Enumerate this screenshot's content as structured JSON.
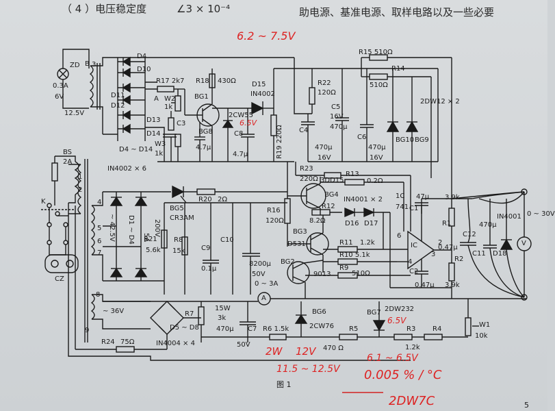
{
  "header": {
    "left_title": "（ 4 ）电压稳定度",
    "formula": "∠3 × 10⁻⁴",
    "right_text": "助电源、基准电源、取样电路以及一些必要"
  },
  "figure_caption": "图 1",
  "page_number": "5",
  "labels": {
    "zd": "ZD",
    "lamp_rating_1": "0.3A",
    "lamp_rating_2": "6V",
    "v12_5": "12.5V",
    "tap_b": "B",
    "tap_3": "3",
    "tap_4": "4",
    "tap_5": "5",
    "tap_6": "6",
    "tap_7": "7",
    "tap_8": "8",
    "tap_9": "9",
    "tap_1": "1",
    "tap_2": "2",
    "tap_a": "A",
    "d4": "D4",
    "d10": "D10",
    "d11": "D11",
    "d12": "D12",
    "d13": "D13",
    "d14": "D14",
    "d4_d14": "D4 ~ D14",
    "in4002x6": "IN4002 × 6",
    "r17": "R17 2k7",
    "w2": "W2",
    "w2v": "1k",
    "c3": "C3",
    "w3": "W3",
    "w3v": "1k",
    "r18": "R18",
    "r18v": "430Ω",
    "bg1": "BG1",
    "bg8": "BG8",
    "c7v": "4.7μ",
    "dw55": "2CW55",
    "d15": "D15",
    "d15v": "IN4002",
    "c8": "C8",
    "c8v": "4.7μ",
    "r19": "R19 220Ω",
    "c4": "C4",
    "c4v1": "470μ",
    "c4v2": "16V",
    "r22": "R22",
    "r22v": "120Ω",
    "c5": "C5",
    "c5v1": "16V",
    "c5v2": "470μ",
    "c6": "C6",
    "c6v1": "470μ",
    "c6v2": "16V",
    "r15": "R15 510Ω",
    "r14": "R14",
    "r14v": "510Ω",
    "bg10": "BG10",
    "bg9": "BG9",
    "dw2x2": "2DW12 × 2",
    "r23": "R23",
    "r23v": "220Ω",
    "q3dd15": "3DD15",
    "r13": "R13",
    "r13v": "0.2Ω",
    "bg4": "BG4",
    "r12": "R12",
    "r12v": "8.2Ω",
    "in4001x2": "IN4001 × 2",
    "d16": "D16",
    "d17": "D17",
    "bg5": "BG5",
    "cr3am": "CR3AM",
    "r20": "R20",
    "r20v": "2Ω",
    "r16": "R16",
    "r16v": "120Ω",
    "bg3": "BG3",
    "bg2": "BG2",
    "d531": "D531",
    "t9013": "9013",
    "r11": "R11",
    "r11v": "1.2k",
    "r10": "R10 5.1k",
    "r9": "R9",
    "r9v": "510Ω",
    "ic": "1C",
    "ic741": "741",
    "ic_body": "IC",
    "pin6": "6",
    "pin4": "4",
    "pin3": "3",
    "pin2": "2",
    "c1": "C1",
    "c1v": "47μ",
    "c2": "C2",
    "c2v": "0.47μ",
    "r1": "R1",
    "r1v": "3.9k",
    "r2": "R2",
    "r2v": "3.9k",
    "c12": "C12",
    "c12v": "0.47μ",
    "c11": "C11",
    "c11v": "470μ",
    "d18": "D18",
    "d18v": "IN4001",
    "v_out": "0 ~ 30V",
    "vm": "V",
    "bs": "BS",
    "bs_v": "2A",
    "k": "K",
    "cz": "CZ",
    "v42": "~ 42.5V",
    "d1_d4": "D1 ~ D4",
    "d5a": "5A",
    "d200v": "200V",
    "r21": "R21",
    "r21v": "5.6k",
    "r8": "R8",
    "r8v": "15k",
    "c9": "C9",
    "c9v": "0.1μ",
    "c10": "C10",
    "c10v1": "8200μ",
    "c10v2": "50V",
    "ammeter_range": "0 ~ 3A",
    "ammeter": "A",
    "v36": "~ 36V",
    "d5_d8": "D5 ~ D8",
    "in4004x4": "IN4004 × 4",
    "r7": "R7",
    "r7v": "15W",
    "r7v2": "3k",
    "c7": "C7",
    "c7v1": "470μ",
    "c7v2": "50V",
    "r6": "R6 1.5k",
    "bg6": "BG6",
    "bg6v": "2CW76",
    "r24": "R24",
    "r24v": "75Ω",
    "r5": "R5",
    "r5v": "470 Ω",
    "bg7": "BG7",
    "bg7v": "2DW232",
    "r3": "R3",
    "r3v": "1.2k",
    "r4": "R4",
    "w1": "W1",
    "w1v": "10k"
  },
  "annotations": {
    "top": "6.2 ~ 7.5V",
    "dz1": "6.5V",
    "two_w": "2W",
    "twelve_v": "12V",
    "range_bottom": "11.5 ~ 12.5V",
    "bg7_v": "6.5V",
    "range_ref": "6.1 ~ 6.5V",
    "tempco": "0.005 % / °C",
    "part": "2DW7C"
  },
  "colors": {
    "paper": "#d4d7d9",
    "ink": "#1a1a1a",
    "annotation_red": "#d22222"
  }
}
